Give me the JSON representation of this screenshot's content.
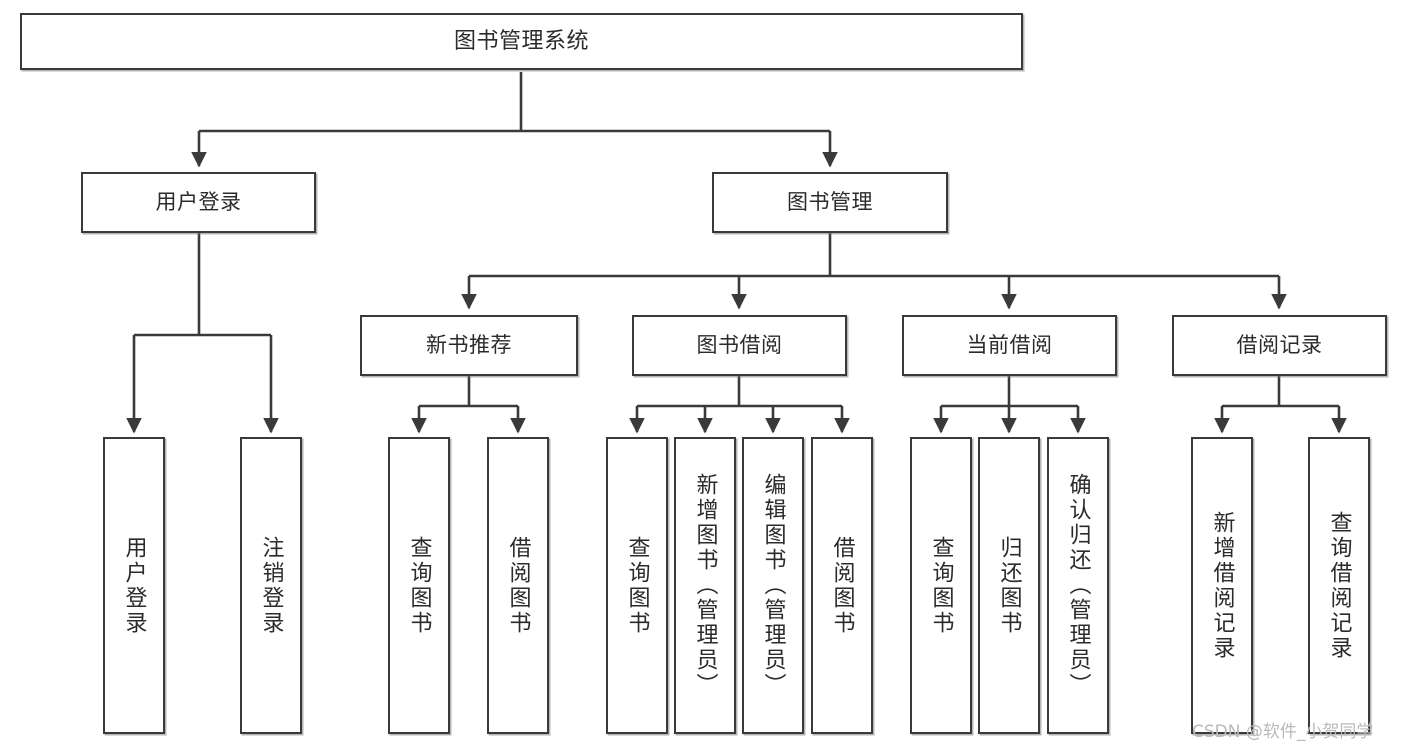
{
  "diagram": {
    "title": "图书管理系统",
    "type": "tree",
    "orientation": "top-down",
    "colors": {
      "box_border": "#3a3a3a",
      "box_fill": "#ffffff",
      "edge": "#3a3a3a",
      "text": "#2b2b2b",
      "background": "#ffffff",
      "watermark": "#b9b9b9"
    },
    "nodes": {
      "root": {
        "label": "图书管理系统"
      },
      "level2": [
        {
          "label": "用户登录"
        },
        {
          "label": "图书管理"
        }
      ],
      "level3": [
        {
          "label": "新书推荐"
        },
        {
          "label": "图书借阅"
        },
        {
          "label": "当前借阅"
        },
        {
          "label": "借阅记录"
        }
      ],
      "leaves": {
        "user_login": [
          {
            "label": "用户登录"
          },
          {
            "label": "注销登录"
          }
        ],
        "new_book_recommend": [
          {
            "label": "查询图书"
          },
          {
            "label": "借阅图书"
          }
        ],
        "book_borrow": [
          {
            "label": "查询图书"
          },
          {
            "label": "新增图书（管理员）"
          },
          {
            "label": "编辑图书（管理员）"
          },
          {
            "label": "借阅图书"
          }
        ],
        "current_borrow": [
          {
            "label": "查询图书"
          },
          {
            "label": "归还图书"
          },
          {
            "label": "确认归还（管理员）"
          }
        ],
        "borrow_record": [
          {
            "label": "新增借阅记录"
          },
          {
            "label": "查询借阅记录"
          }
        ]
      }
    }
  },
  "watermark": {
    "text": "CSDN @软件_小贺同学"
  }
}
